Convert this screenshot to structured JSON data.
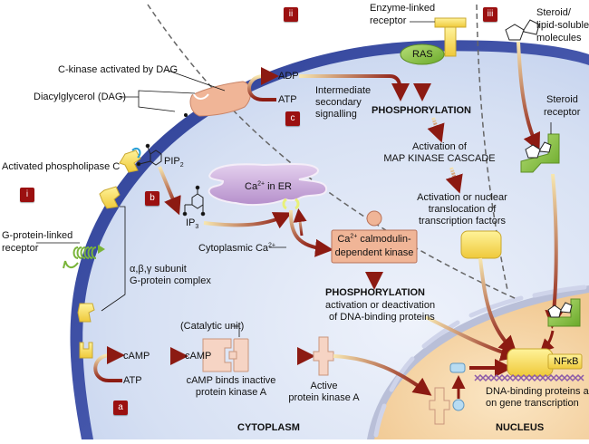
{
  "colors": {
    "cytoplasm": "#d9e3f4",
    "membrane": "#3b4fa2",
    "nucleus": "#f6d6a8",
    "arrow": "#8c1a12",
    "badge": "#9b1010",
    "receptor_yellow": "#f7e257",
    "green": "#8cc63f",
    "kinase": "#f3c7ae",
    "er": "#c9a4d8"
  },
  "badges": {
    "i": "i",
    "ii": "ii",
    "iii": "iii",
    "a": "a",
    "b": "b",
    "c": "c"
  },
  "labels": {
    "c_kinase": "C-kinase activated by DAG",
    "dag": "Diacylglycerol (DAG)",
    "adp": "ADP",
    "atp_c": "ATP",
    "intermediate_1": "Intermediate",
    "intermediate_2": "secondary",
    "intermediate_3": "signalling",
    "enzyme_linked_1": "Enzyme-linked",
    "enzyme_linked_2": "receptor",
    "ras": "RAS",
    "phosphorylation_top": "PHOSPHORYLATION",
    "map_1": "Activation of",
    "map_2": "MAP KINASE CASCADE",
    "translocation_1": "Activation or nuclear",
    "translocation_2": "translocation of",
    "translocation_3": "transcription factors",
    "steroid_1": "Steroid/",
    "steroid_2": "lipid-soluble",
    "steroid_3": "molecules",
    "steroid_receptor_1": "Steroid",
    "steroid_receptor_2": "receptor",
    "phospholipase": "Activated phospholipase C",
    "pip2": "PIP",
    "pip2_sub": "2",
    "ip3": "IP",
    "ip3_sub": "3",
    "ca_er_pre": "Ca",
    "ca_er_sup": "2+",
    "ca_er_post": " in ER",
    "g_protein_linked_1": "G-protein-linked",
    "g_protein_linked_2": "receptor",
    "cyto_ca_pre": "Cytoplasmic Ca",
    "cyto_ca_sup": "2+",
    "calmodulin_pre": "Ca",
    "calmodulin_sup": "2+",
    "calmodulin_post": " calmodulin-",
    "calmodulin_2": "dependent kinase",
    "subunit_1": "α,β,γ subunit",
    "subunit_2": "G-protein complex",
    "phosphorylation_mid": "PHOSPHORYLATION",
    "dna_binding_1": "activation or deactivation",
    "dna_binding_2": "of DNA-binding proteins",
    "catalytic": "(Catalytic unit)",
    "camp_1": "cAMP",
    "camp_2": "cAMP",
    "atp_a": "ATP",
    "camp_binds_1": "cAMP binds inactive",
    "camp_binds_2": "protein kinase A",
    "active_pka_1": "Active",
    "active_pka_2": "protein kinase A",
    "nfkb": "NFκB",
    "gene_1": "DNA-binding proteins act",
    "gene_2": "on gene transcription",
    "cytoplasm": "CYTOPLASM",
    "nucleus": "NUCLEUS"
  }
}
